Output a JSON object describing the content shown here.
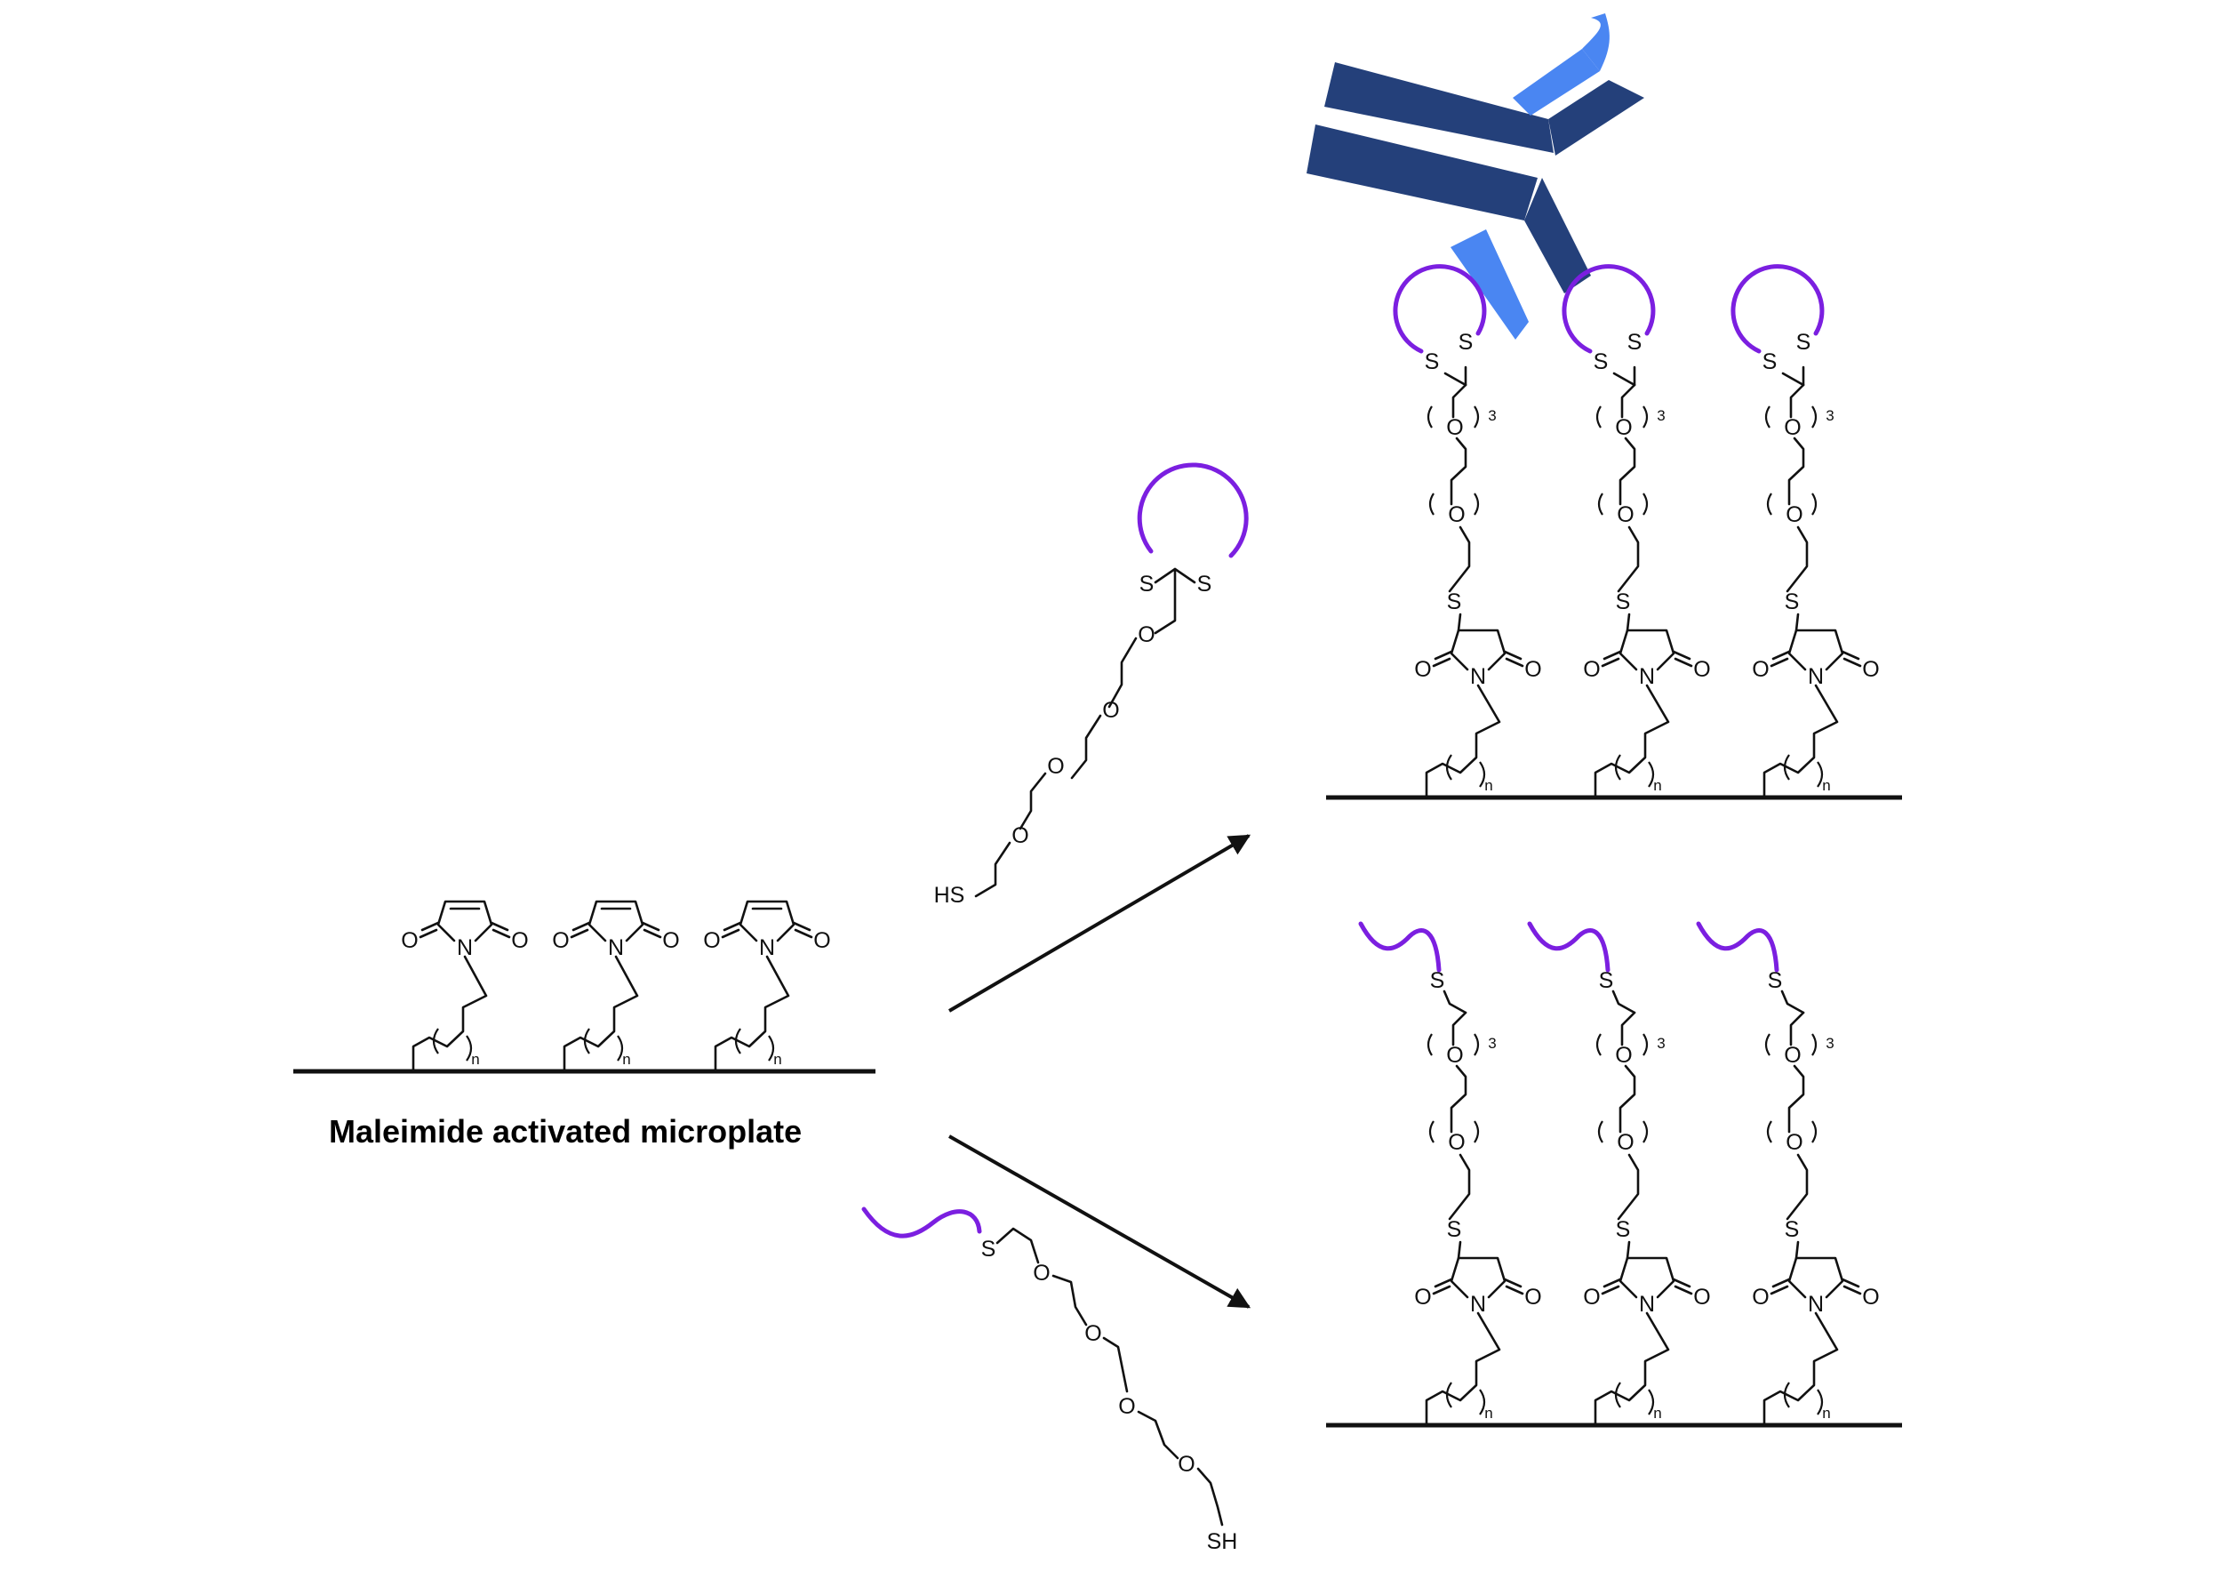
{
  "caption": "Maleimide activated microplate",
  "atoms": {
    "oxygen": "O",
    "nitrogen": "N",
    "sulfur": "S",
    "thiol": "HS",
    "thiol_end": "SH"
  },
  "subscripts": {
    "repeat_n": "n",
    "repeat_3": "3"
  },
  "colors": {
    "purple_peptide": "#7b1fe0",
    "antibody_dark": "#24407a",
    "antibody_light": "#4a86f2"
  },
  "icons": [
    "antibody-icon",
    "cyclic-peptide-icon",
    "linear-peptide-icon"
  ]
}
